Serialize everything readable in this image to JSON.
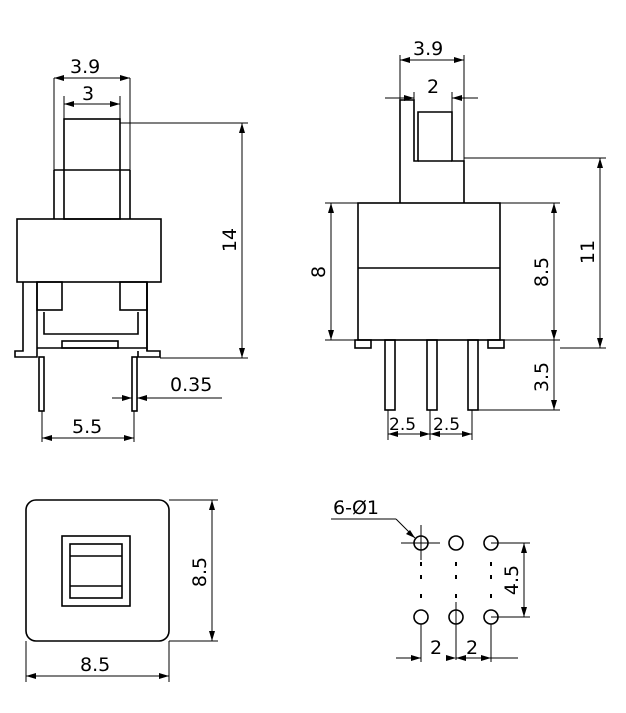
{
  "front_view": {
    "dim_outer_width": "3.9",
    "dim_inner_width": "3",
    "dim_total_height": "14",
    "dim_pin_thickness": "0.35",
    "dim_pin_spacing": "5.5"
  },
  "side_view": {
    "dim_top_width": "3.9",
    "dim_slot_width": "2",
    "dim_body_height": "8",
    "dim_body_height_right": "8.5",
    "dim_total_height": "11",
    "dim_pin_length": "3.5",
    "dim_pin_pitch_left": "2.5",
    "dim_pin_pitch_right": "2.5"
  },
  "top_view": {
    "dim_height": "8.5",
    "dim_width": "8.5"
  },
  "footprint": {
    "hole_label": "6-Ø1",
    "dim_row_spacing": "4.5",
    "dim_col_left": "2",
    "dim_col_right": "2"
  }
}
